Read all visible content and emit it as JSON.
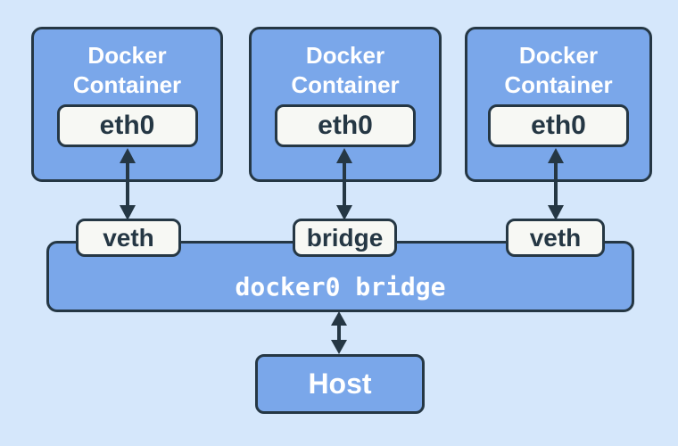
{
  "diagram": {
    "containers": [
      {
        "label": "Docker Container",
        "interface": "eth0"
      },
      {
        "label": "Docker Container",
        "interface": "eth0"
      },
      {
        "label": "Docker Container",
        "interface": "eth0"
      }
    ],
    "links": [
      {
        "label": "veth",
        "from": "container-1-eth0",
        "to": "docker0-bridge",
        "bidirectional": true
      },
      {
        "label": "bridge",
        "from": "container-2-eth0",
        "to": "docker0-bridge",
        "bidirectional": true
      },
      {
        "label": "veth",
        "from": "container-3-eth0",
        "to": "docker0-bridge",
        "bidirectional": true
      },
      {
        "label": "",
        "from": "docker0-bridge",
        "to": "host",
        "bidirectional": true
      }
    ],
    "bridge": {
      "label": "docker0 bridge"
    },
    "host": {
      "label": "Host"
    },
    "colors": {
      "background": "#d5e7fb",
      "node_fill": "#7aa7ea",
      "node_border": "#253744",
      "node_text": "#ffffff",
      "label_fill": "#f7f8f4",
      "label_text": "#253744",
      "arrow": "#253744"
    }
  }
}
